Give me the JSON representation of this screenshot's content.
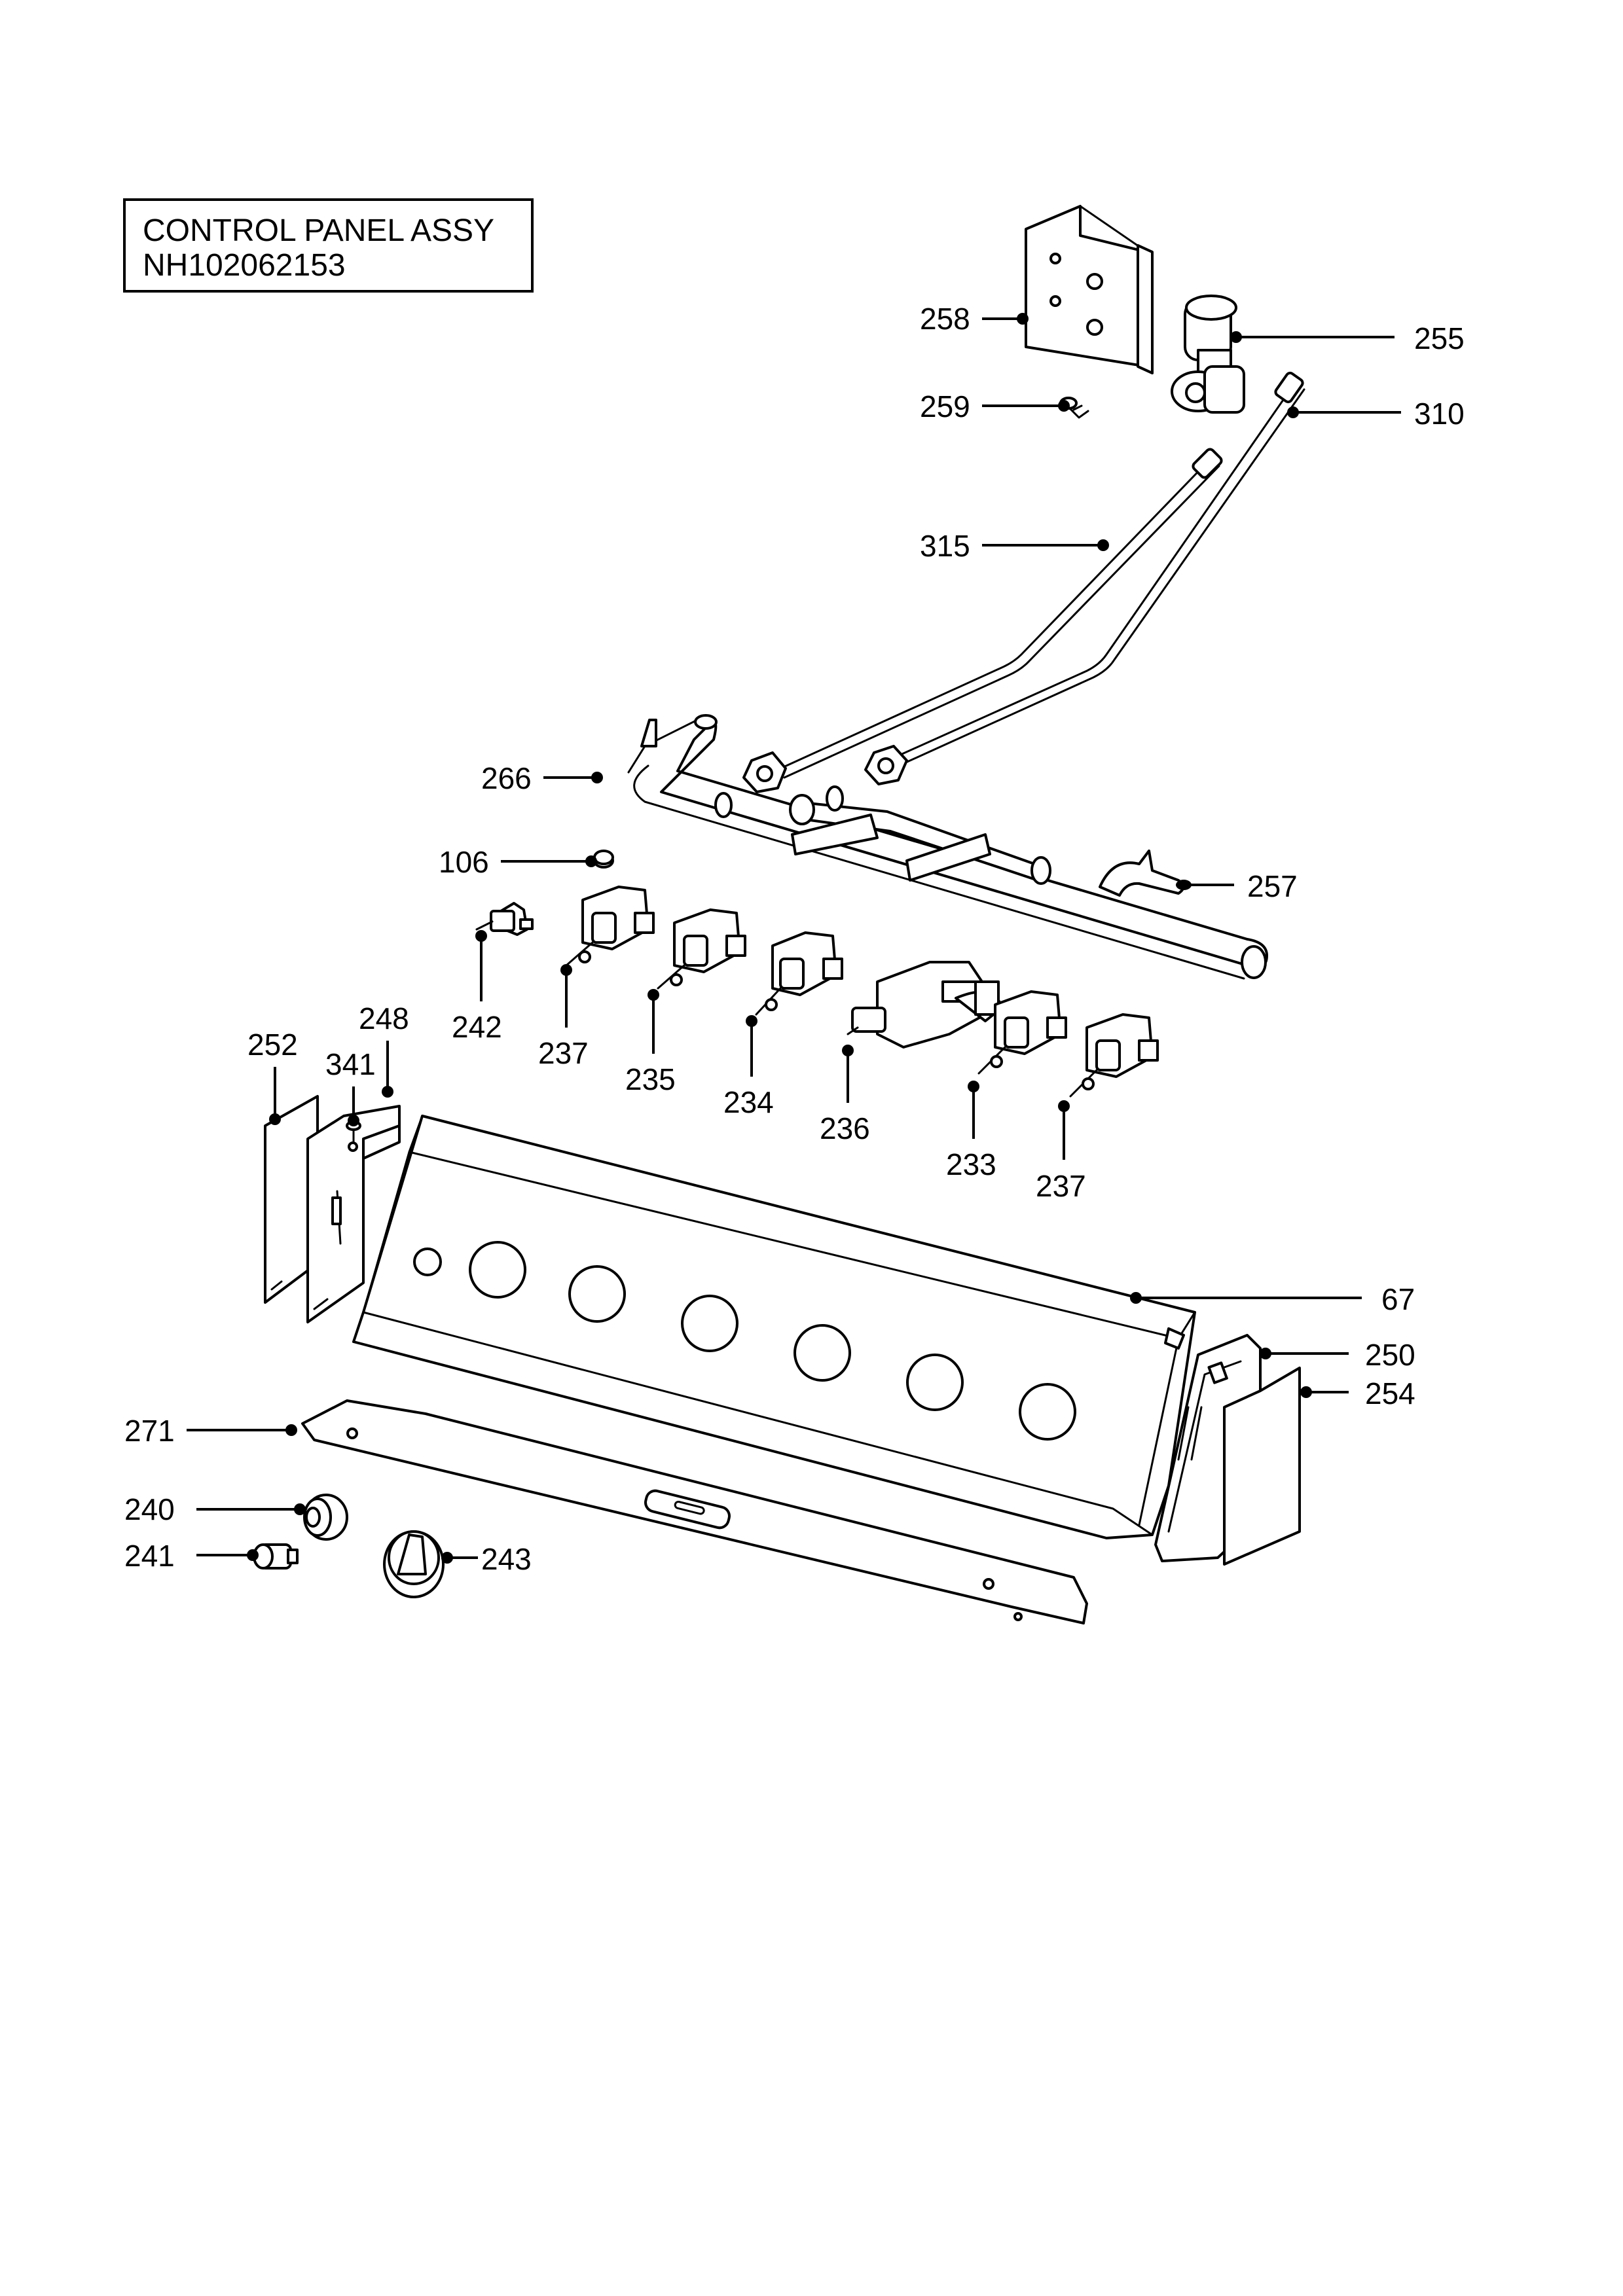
{
  "title": {
    "line1": "CONTROL PANEL ASSY",
    "line2": "NH102062153"
  },
  "callouts": {
    "c258": "258",
    "c255": "255",
    "c259": "259",
    "c310": "310",
    "c315": "315",
    "c266": "266",
    "c106": "106",
    "c257": "257",
    "c242": "242",
    "c237a": "237",
    "c235": "235",
    "c234": "234",
    "c236": "236",
    "c233": "233",
    "c237b": "237",
    "c252": "252",
    "c341": "341",
    "c248": "248",
    "c67": "67",
    "c250": "250",
    "c254": "254",
    "c271": "271",
    "c240": "240",
    "c241": "241",
    "c243": "243"
  }
}
